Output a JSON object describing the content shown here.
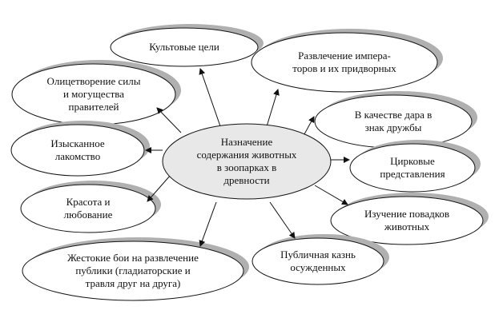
{
  "diagram": {
    "center": {
      "lines": [
        "Назначение",
        "содержания животных",
        "в зоопарках в",
        "древности"
      ]
    },
    "nodes": [
      {
        "id": "cult",
        "lines": [
          "Культовые цели"
        ]
      },
      {
        "id": "emperors",
        "lines": [
          "Развлечение импера-",
          "торов и их придворных"
        ]
      },
      {
        "id": "power",
        "lines": [
          "Олицетворение силы",
          "и могущества",
          "правителей"
        ]
      },
      {
        "id": "gift",
        "lines": [
          "В качестве дара в",
          "знак дружбы"
        ]
      },
      {
        "id": "delicacy",
        "lines": [
          "Изысканное",
          "лакомство"
        ]
      },
      {
        "id": "circus",
        "lines": [
          "Цирковые",
          "представления"
        ]
      },
      {
        "id": "beauty",
        "lines": [
          "Красота и",
          "любование"
        ]
      },
      {
        "id": "study",
        "lines": [
          "Изучение повадков",
          "животных"
        ]
      },
      {
        "id": "fights",
        "lines": [
          "Жестокие бои на развлечение",
          "публики (гладиаторские и",
          "травля друг на друга)"
        ]
      },
      {
        "id": "execution",
        "lines": [
          "Публичная казнь",
          "осужденных"
        ]
      }
    ],
    "colors": {
      "center_fill": "#e8e8e8",
      "shadow": "#b0b0b0",
      "stroke": "#111111"
    }
  }
}
